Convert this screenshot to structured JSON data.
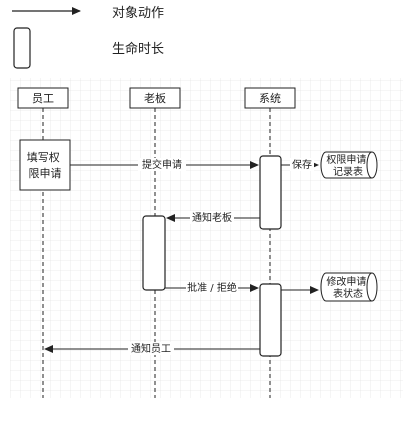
{
  "legend": {
    "arrow_label": "对象动作",
    "lifetime_label": "生命时长"
  },
  "participants": [
    {
      "id": "employee",
      "label": "员工"
    },
    {
      "id": "boss",
      "label": "老板"
    },
    {
      "id": "system",
      "label": "系统"
    }
  ],
  "notes": {
    "fill_form": "填写权\n限申请",
    "permission_store": "权限申请\n记录表",
    "modify_status": "修改申请\n表状态"
  },
  "messages": {
    "submit": "提交申请",
    "save": "保存",
    "notify_boss": "通知老板",
    "approve_reject": "批准 / 拒绝",
    "notify_employee": "通知员工"
  },
  "colors": {
    "line": "#222222",
    "grid": "#e3e3e3",
    "canvas": "#ffffff"
  }
}
